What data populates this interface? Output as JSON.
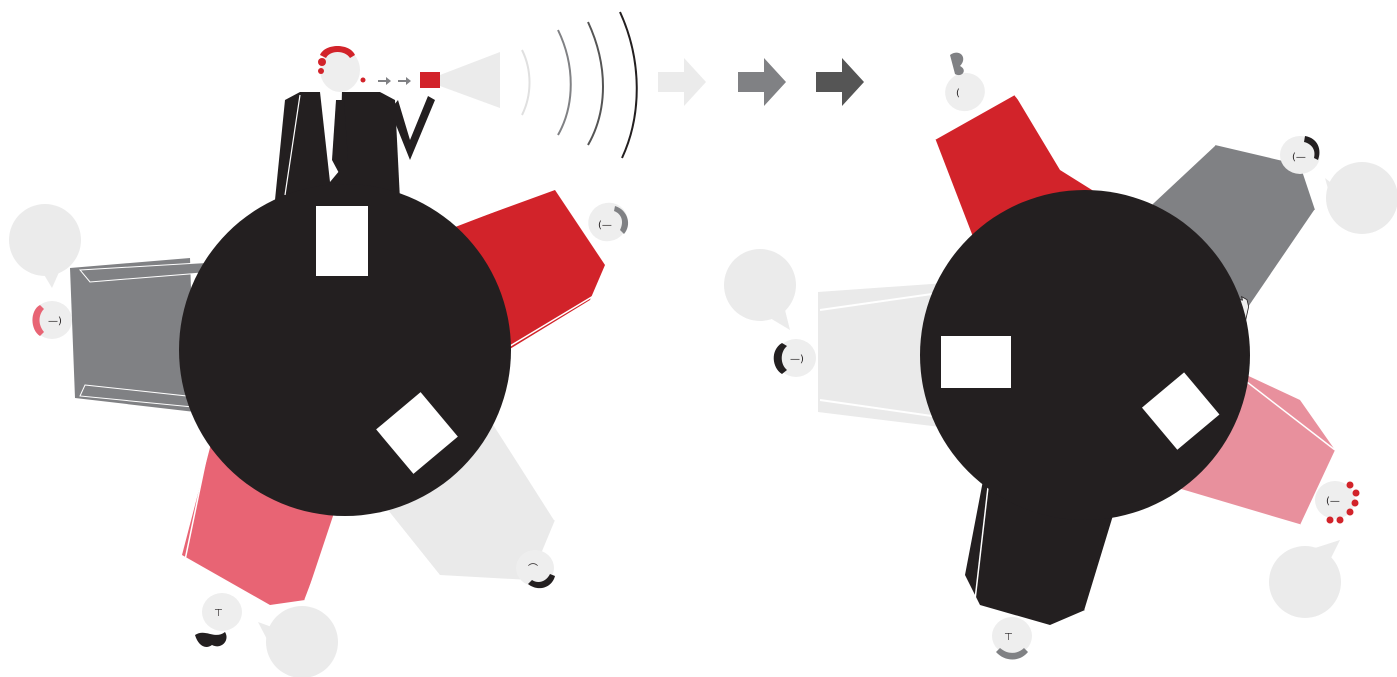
{
  "scene": {
    "colors": {
      "table": "#231f20",
      "red": "#d2232a",
      "pink": "#e86474",
      "pink_light": "#e8909d",
      "gray": "#808184",
      "light_gray": "#eaeaea",
      "bubble": "#ebebeb",
      "skin": "#eeeeee",
      "paper": "#ffffff"
    },
    "left_group": {
      "people": [
        "leader-black-suit",
        "red-person",
        "white-person",
        "pink-person",
        "gray-person"
      ],
      "papers_on_table": 2,
      "speech_bubbles": 2
    },
    "right_group": {
      "people": [
        "red-person",
        "gray-person",
        "pink-person",
        "black-person",
        "white-person"
      ],
      "papers_on_table": 2,
      "speech_bubbles": 3
    },
    "arrows": [
      "light-gray-arrow",
      "gray-arrow",
      "dark-gray-arrow"
    ],
    "icons": [
      "megaphone-icon",
      "sound-wave-icon"
    ]
  }
}
